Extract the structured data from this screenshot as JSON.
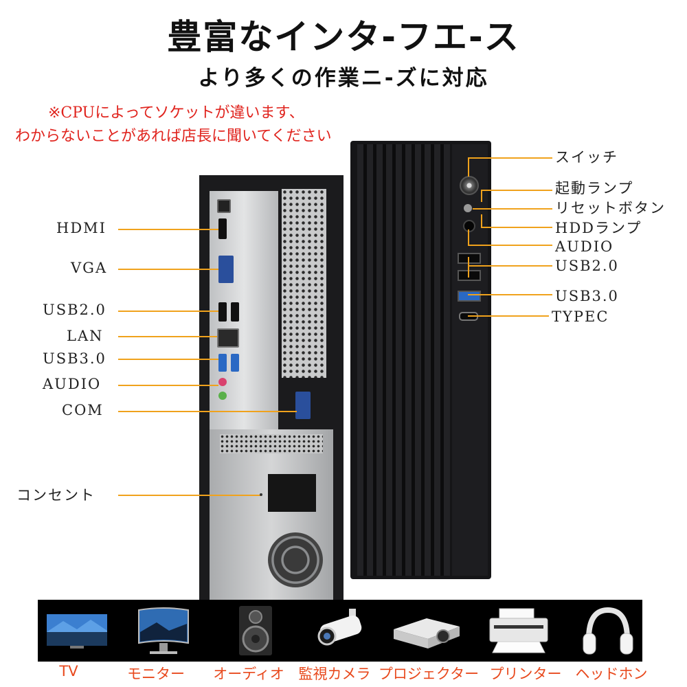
{
  "header": {
    "title": "豊富なインタ-フエ-ス",
    "subtitle": "より多くの作業ニ-ズに対応"
  },
  "note": {
    "line1": "※CPUによってソケットが違います、",
    "line2": "わからないことがあれば店長に聞いてください"
  },
  "rear_labels": {
    "hdmi": "HDMI",
    "vga": "VGA",
    "usb2": "USB2.0",
    "lan": "LAN",
    "usb3": "USB3.0",
    "audio": "AUDIO",
    "com": "COM",
    "outlet": "コンセント"
  },
  "front_labels": {
    "switch": "スイッチ",
    "power_lamp": "起動ランプ",
    "reset": "リセットボタン",
    "hdd_lamp": "HDDランプ",
    "audio": "AUDIO",
    "usb2": "USB2.0",
    "usb3": "USB3.0",
    "typec": "TYPEC"
  },
  "devices": [
    {
      "label": "TV",
      "icon": "tv-icon"
    },
    {
      "label": "モニター",
      "icon": "monitor-icon"
    },
    {
      "label": "オーディオ",
      "icon": "speaker-icon"
    },
    {
      "label": "監視カメラ",
      "icon": "security-camera-icon"
    },
    {
      "label": "プロジェクター",
      "icon": "projector-icon"
    },
    {
      "label": "プリンター",
      "icon": "printer-icon"
    },
    {
      "label": "ヘッドホン",
      "icon": "headphones-icon"
    }
  ],
  "colors": {
    "accent_line": "#f0a21c",
    "note_red": "#e0231d",
    "device_label": "#e8491d",
    "usb3_blue": "#2a69c4"
  }
}
